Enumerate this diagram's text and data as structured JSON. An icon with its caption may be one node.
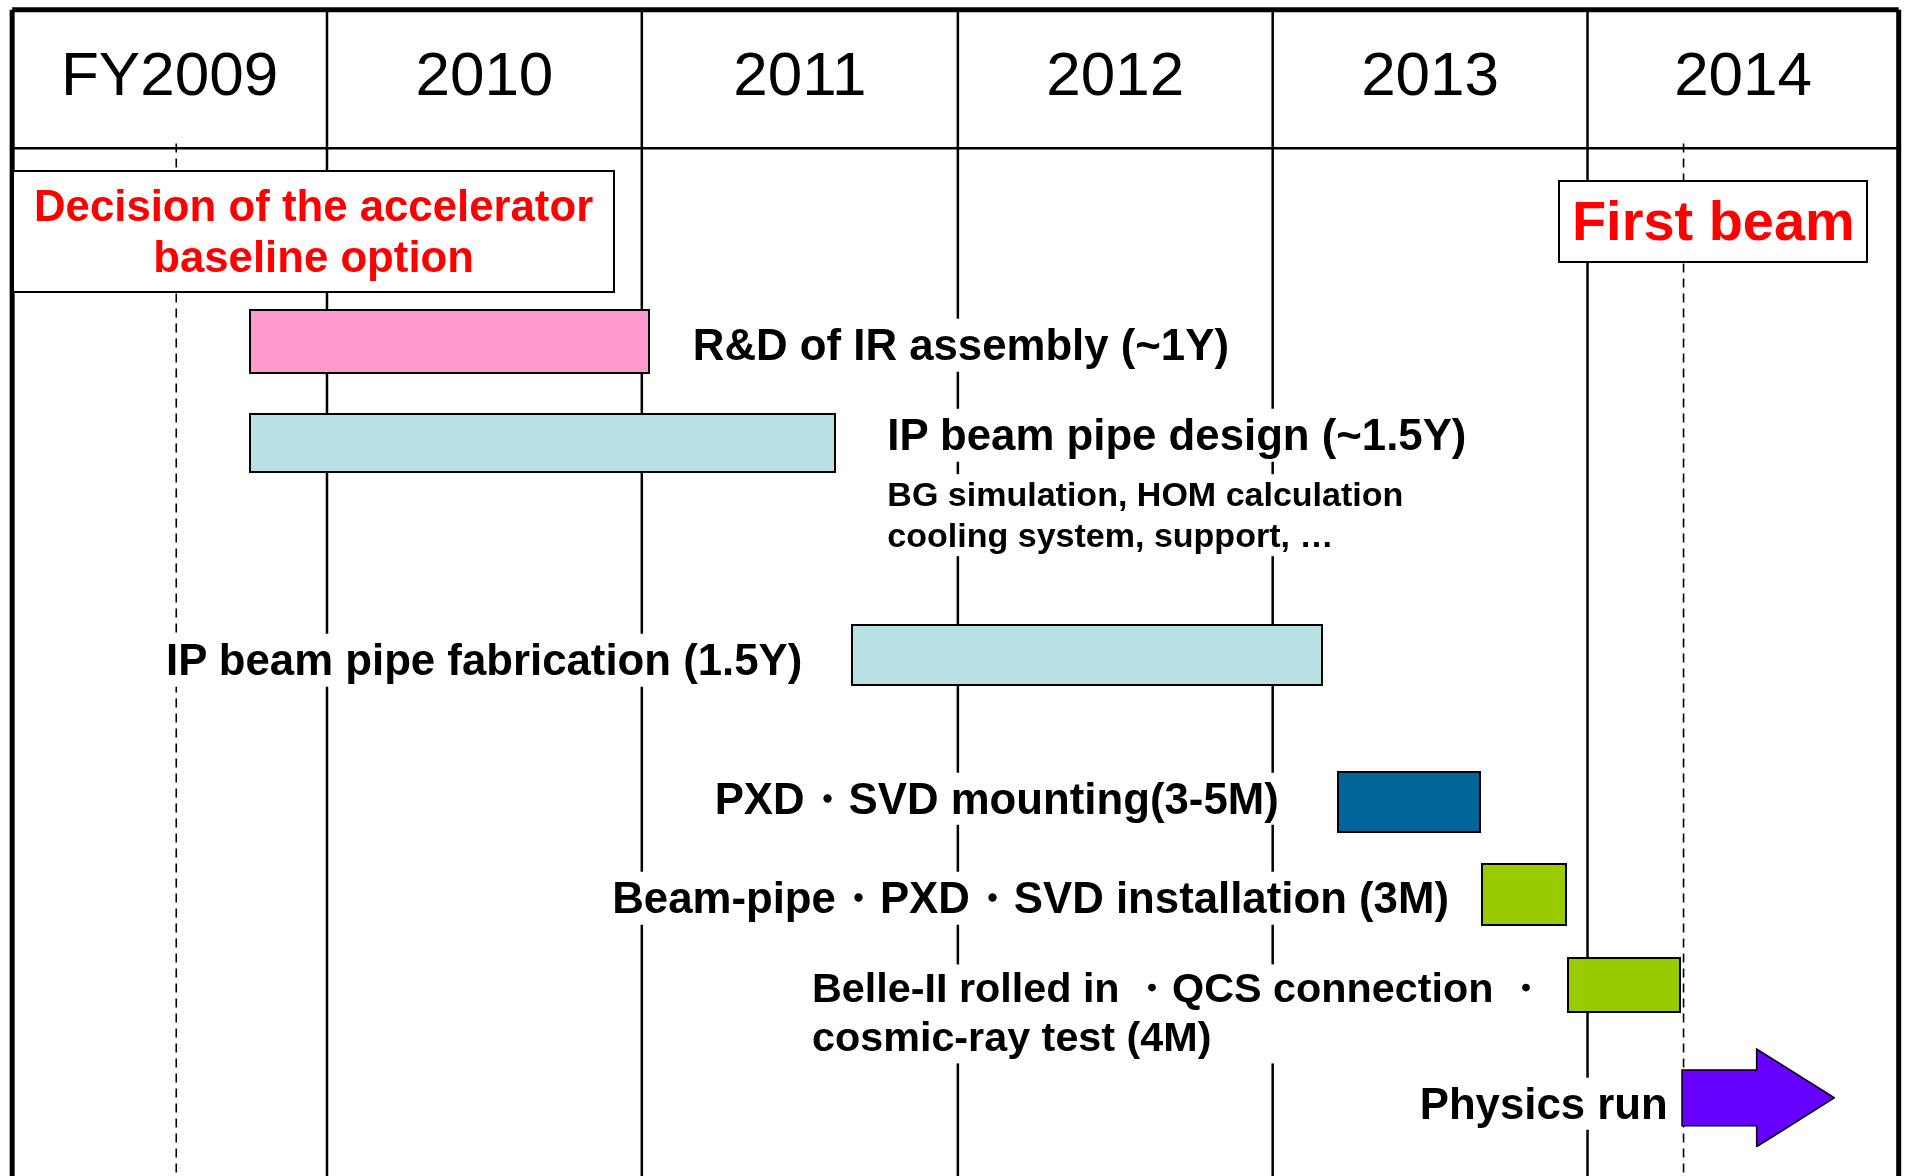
{
  "diagram": {
    "nodes": [
      {
        "text": [
          "Decision of the accelerator baseline option"
        ]
      },
      {
        "text": [
          "First beam"
        ]
      },
      {
        "text": [],
        "shape": "bar",
        "beside": [
          "R&D of IR assembly (~1Y)"
        ]
      },
      {
        "text": [],
        "shape": "bar",
        "beside": [
          "IP beam pipe design (~1.5Y)",
          "BG simulation, HOM calculation cooling system, support, …"
        ]
      },
      {
        "text": [],
        "shape": "bar",
        "beside": [
          "IP beam pipe fabrication (1.5Y)"
        ]
      },
      {
        "text": [],
        "shape": "bar",
        "beside": [
          "PXD・SVD mounting(3-5M)"
        ]
      },
      {
        "text": [],
        "shape": "bar",
        "beside": [
          "Beam-pipe・PXD・SVD installation (3M)"
        ]
      },
      {
        "text": [],
        "shape": "bar",
        "beside": [
          "Belle-II rolled in ・QCS connection ・ cosmic-ray test (4M)"
        ]
      },
      {
        "text": [],
        "shape": "arrow",
        "beside": [
          "Physics run"
        ]
      }
    ],
    "labels": [
      "FY2009",
      "2010",
      "2011",
      "2012",
      "2013",
      "2014"
    ]
  }
}
